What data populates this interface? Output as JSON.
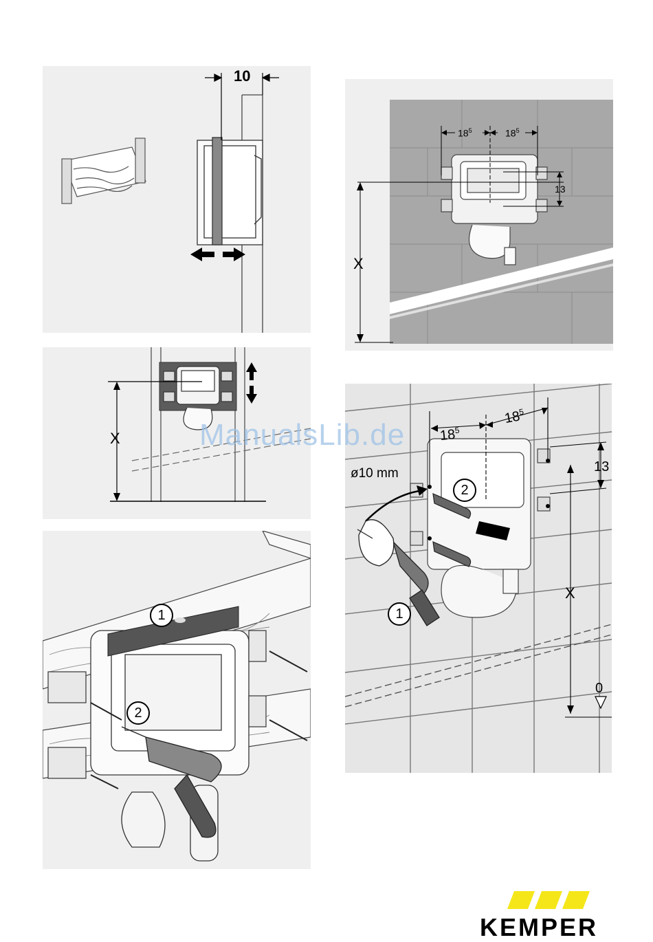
{
  "panel_a": {
    "dimension": "10"
  },
  "panel_b": {
    "dim_left": "18",
    "dim_right": "18",
    "superscript": "5",
    "dim_vertical": "13",
    "height_label": "X"
  },
  "panel_c": {
    "height_label": "X"
  },
  "panel_d": {
    "dim_left": "18",
    "dim_right": "18",
    "superscript": "5",
    "dim_vertical": "13",
    "drill_size": "ø10 mm",
    "badge_1": "1",
    "badge_2": "2",
    "height_label": "X",
    "zero_label": "0"
  },
  "panel_e": {
    "badge_1": "1",
    "badge_2": "2"
  },
  "watermark": "ManualsLib.de",
  "logo": {
    "text": "KEMPER",
    "accent": "#f5e61a"
  },
  "colors": {
    "panel_bg": "#efefef",
    "wall_tile": "#a8a8a8"
  }
}
